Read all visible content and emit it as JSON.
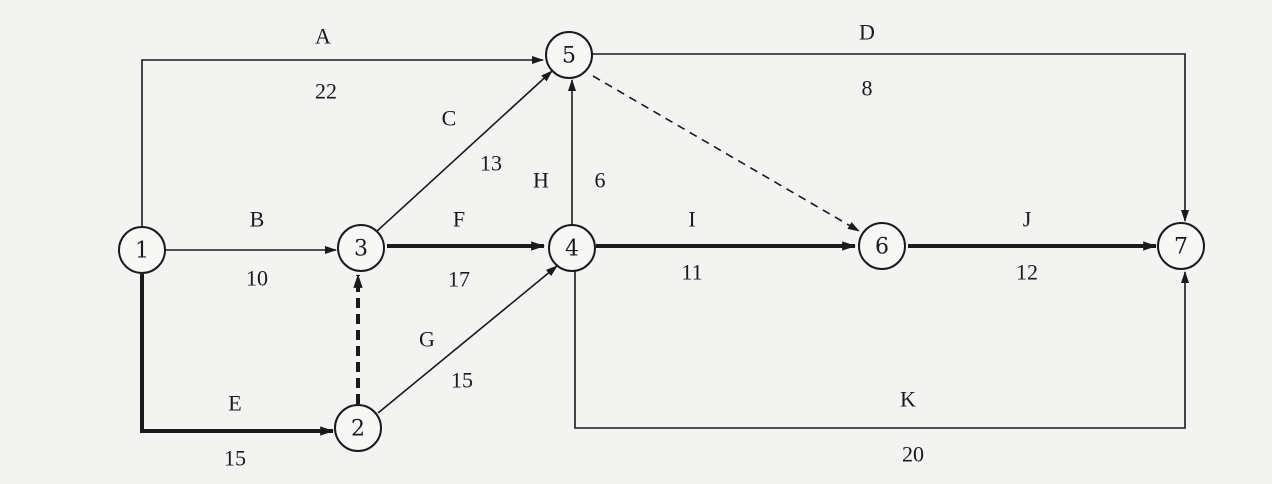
{
  "nodes": [
    {
      "id": "1",
      "label": "1"
    },
    {
      "id": "2",
      "label": "2"
    },
    {
      "id": "3",
      "label": "3"
    },
    {
      "id": "4",
      "label": "4"
    },
    {
      "id": "5",
      "label": "5"
    },
    {
      "id": "6",
      "label": "6"
    },
    {
      "id": "7",
      "label": "7"
    }
  ],
  "activities": [
    {
      "id": "A",
      "name": "A",
      "duration": "22",
      "from": "1",
      "to": "5",
      "critical": false,
      "dummy": false
    },
    {
      "id": "B",
      "name": "B",
      "duration": "10",
      "from": "1",
      "to": "3",
      "critical": false,
      "dummy": false
    },
    {
      "id": "C",
      "name": "C",
      "duration": "13",
      "from": "3",
      "to": "5",
      "critical": false,
      "dummy": false
    },
    {
      "id": "D",
      "name": "D",
      "duration": "8",
      "from": "5",
      "to": "7",
      "critical": false,
      "dummy": false
    },
    {
      "id": "E",
      "name": "E",
      "duration": "15",
      "from": "1",
      "to": "2",
      "critical": true,
      "dummy": false
    },
    {
      "id": "F",
      "name": "F",
      "duration": "17",
      "from": "3",
      "to": "4",
      "critical": true,
      "dummy": false
    },
    {
      "id": "G",
      "name": "G",
      "duration": "15",
      "from": "2",
      "to": "4",
      "critical": false,
      "dummy": false
    },
    {
      "id": "H",
      "name": "H",
      "duration": "6",
      "from": "4",
      "to": "5",
      "critical": false,
      "dummy": false
    },
    {
      "id": "I",
      "name": "I",
      "duration": "11",
      "from": "4",
      "to": "6",
      "critical": true,
      "dummy": false
    },
    {
      "id": "J",
      "name": "J",
      "duration": "12",
      "from": "6",
      "to": "7",
      "critical": true,
      "dummy": false
    },
    {
      "id": "K",
      "name": "K",
      "duration": "20",
      "from": "4",
      "to": "7",
      "critical": false,
      "dummy": false
    },
    {
      "id": "dummy-2-3",
      "from": "2",
      "to": "3",
      "critical": true,
      "dummy": true
    },
    {
      "id": "dummy-5-6",
      "from": "5",
      "to": "6",
      "critical": false,
      "dummy": true
    }
  ]
}
